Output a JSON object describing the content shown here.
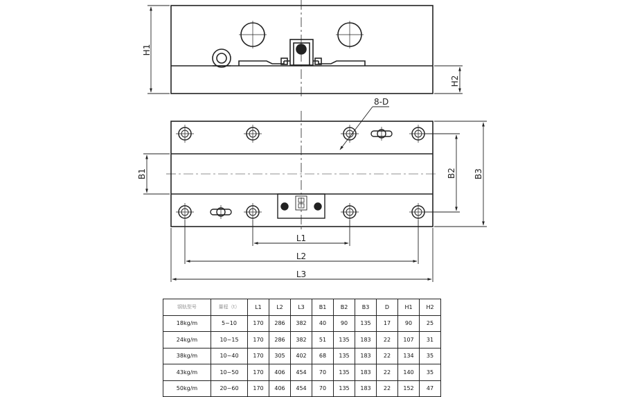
{
  "labels": {
    "h1": "H1",
    "h2": "H2",
    "b1": "B1",
    "b2": "B2",
    "b3": "B3",
    "d": "8-D",
    "l1": "L1",
    "l2": "L2",
    "l3": "L3"
  },
  "table": {
    "headers": [
      "钢轨型号",
      "量程（t）",
      "L1",
      "L2",
      "L3",
      "B1",
      "B2",
      "B3",
      "D",
      "H1",
      "H2"
    ],
    "rows": [
      [
        "18kg/m",
        "5~10",
        "170",
        "286",
        "382",
        "40",
        "90",
        "135",
        "17",
        "90",
        "25"
      ],
      [
        "24kg/m",
        "10~15",
        "170",
        "286",
        "382",
        "51",
        "135",
        "183",
        "22",
        "107",
        "31"
      ],
      [
        "38kg/m",
        "10~40",
        "170",
        "305",
        "402",
        "68",
        "135",
        "183",
        "22",
        "134",
        "35"
      ],
      [
        "43kg/m",
        "10~50",
        "170",
        "406",
        "454",
        "70",
        "135",
        "183",
        "22",
        "140",
        "35"
      ],
      [
        "50kg/m",
        "20~60",
        "170",
        "406",
        "454",
        "70",
        "135",
        "183",
        "22",
        "152",
        "47"
      ]
    ]
  }
}
